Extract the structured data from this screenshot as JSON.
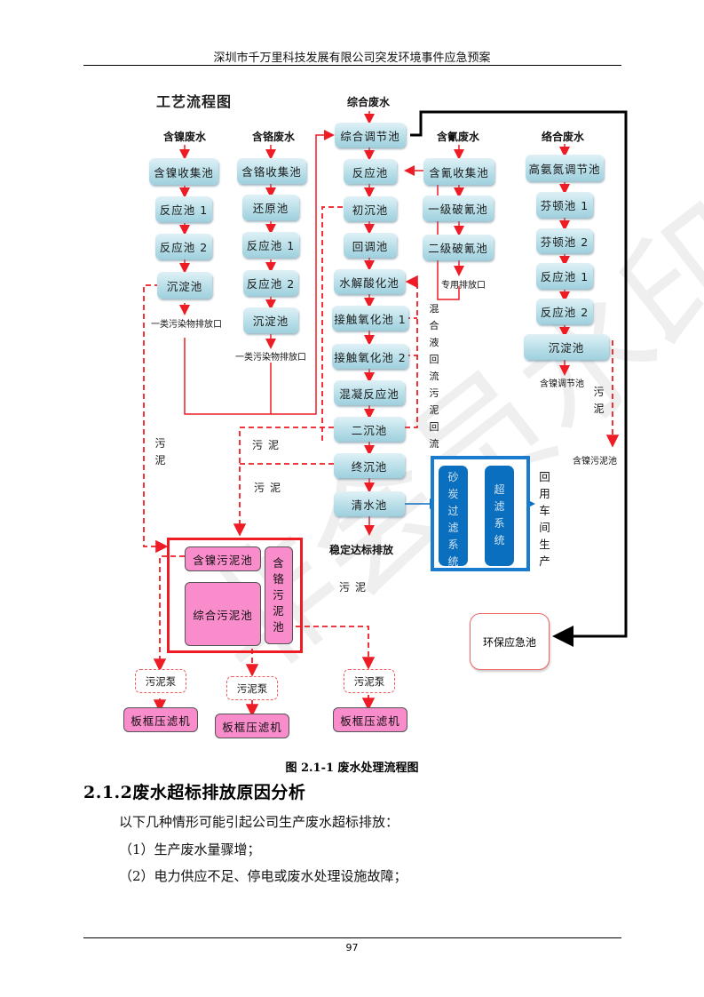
{
  "header": {
    "title": "深圳市千万里科技发展有限公司突发环境事件应急预案"
  },
  "figure": {
    "heading": "工艺流程图",
    "sources": {
      "combined": "综合废水",
      "nickel": "含镍废水",
      "chromium": "含铬废水",
      "cyanide": "含氰废水",
      "complex": "络合废水"
    },
    "nickel_line": [
      "含镍收集池",
      "反应池 1",
      "反应池 2",
      "沉淀池"
    ],
    "nickel_outlet": "一类污染物排放口",
    "chromium_line": [
      "含铬收集池",
      "还原池",
      "反应池 1",
      "反应池 2",
      "沉淀池"
    ],
    "chromium_outlet": "一类污染物排放口",
    "main_line": [
      "综合调节池",
      "反应池",
      "初沉池",
      "回调池",
      "水解酸化池",
      "接触氧化池 1",
      "接触氧化池 2",
      "混凝反应池",
      "二沉池",
      "终沉池",
      "清水池"
    ],
    "main_outlet": "稳定达标排放",
    "cyanide_line": [
      "含氰收集池",
      "一级破氰池",
      "二级破氰池"
    ],
    "cyanide_outlet": "专用排放口",
    "complex_line": [
      "高氨氮调节池",
      "芬顿池 1",
      "芬顿池 2",
      "反应池 1",
      "反应池 2",
      "沉淀池"
    ],
    "complex_outlet": "含镍调节池",
    "complex_sludge_dest": "含镍污泥池",
    "reflux_label": "混合液回流污泥回流",
    "sludge_label": "污泥",
    "filters": [
      "砂炭过滤系统",
      "超滤系统"
    ],
    "reuse_label": "回用车间生产",
    "sludge_tanks": {
      "nickel": "含镍污泥池",
      "combined": "综合污泥池",
      "chromium": "含铬污泥池"
    },
    "pumps": [
      "污泥泵",
      "污泥泵",
      "污泥泵"
    ],
    "presses": [
      "板框压滤机",
      "板框压滤机",
      "板框压滤机"
    ],
    "emergency_pool": "环保应急池",
    "watermark": "非会员水印",
    "colors": {
      "flow_arrow": "#ee1c25",
      "tank_fill": "#f98ccb",
      "filter_blue": "#0a6fbf",
      "box_blue": "#b9dfe9"
    }
  },
  "caption": "图 2.1-1 废水处理流程图",
  "section": {
    "title": "2.1.2废水超标排放原因分析"
  },
  "paragraphs": [
    "以下几种情形可能引起公司生产废水超标排放：",
    "（1）生产废水量骤增；",
    "（2）电力供应不足、停电或废水处理设施故障；"
  ],
  "footer": {
    "page_number": "97"
  }
}
